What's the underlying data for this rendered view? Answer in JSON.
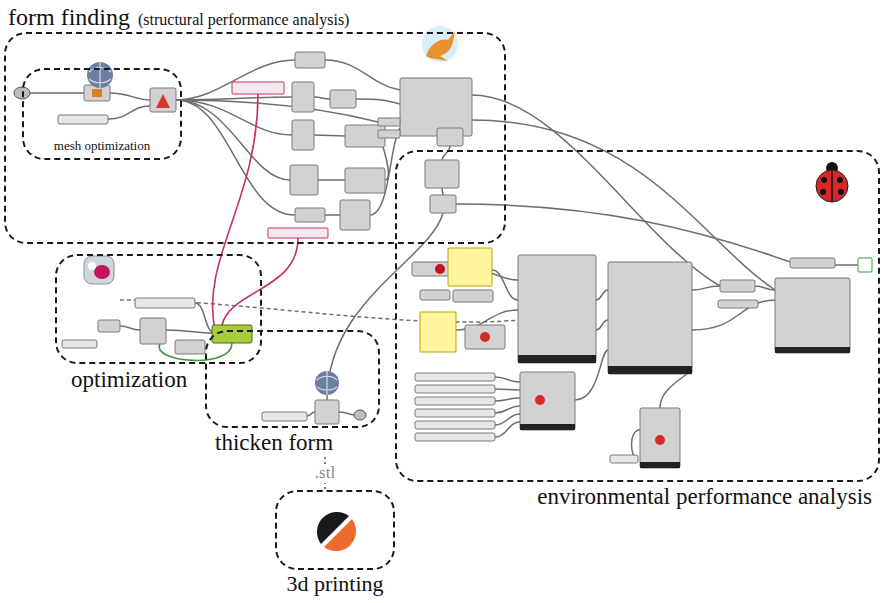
{
  "diagram": {
    "nodes": [
      {
        "text": [
          "form finding",
          "(structural performance analysis)"
        ]
      },
      {
        "text": [
          "mesh optimization"
        ],
        "in": 0
      },
      {
        "text": [
          "optimization"
        ]
      },
      {
        "text": [
          "thicken form"
        ]
      },
      {
        "text": [
          "environmental performance analysis"
        ]
      },
      {
        "text": [
          "3d printing"
        ]
      }
    ],
    "edges": [
      {
        "from": 3,
        "to": 5,
        "label": ".stl",
        "arrow": "none"
      }
    ]
  }
}
